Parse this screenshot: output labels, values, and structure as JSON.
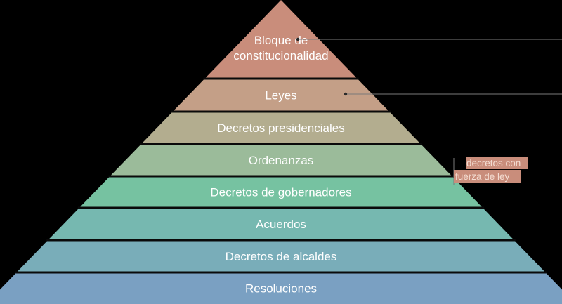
{
  "pyramid": {
    "tiers": [
      {
        "label_lines": [
          "Bloque de",
          "constitucionalidad"
        ],
        "color": "#c98d7b"
      },
      {
        "label_lines": [
          "Leyes"
        ],
        "color": "#c49f87"
      },
      {
        "label_lines": [
          "Decretos presidenciales"
        ],
        "color": "#b3ad8f"
      },
      {
        "label_lines": [
          "Ordenanzas"
        ],
        "color": "#9bbb9a"
      },
      {
        "label_lines": [
          "Decretos de gobernadores"
        ],
        "color": "#76c2a1"
      },
      {
        "label_lines": [
          "Acuerdos"
        ],
        "color": "#76b8b0"
      },
      {
        "label_lines": [
          "Decretos de alcaldes"
        ],
        "color": "#79adb9"
      },
      {
        "label_lines": [
          "Resoluciones"
        ],
        "color": "#7aa0c2"
      }
    ],
    "separator_color": "#0a0a0a"
  },
  "annotation": {
    "lines": [
      "decretos con",
      "fuerza de ley"
    ],
    "line_color": "#7a7a7a",
    "marker_color": "#2a2a2a",
    "box_color": "#c98d7b"
  }
}
